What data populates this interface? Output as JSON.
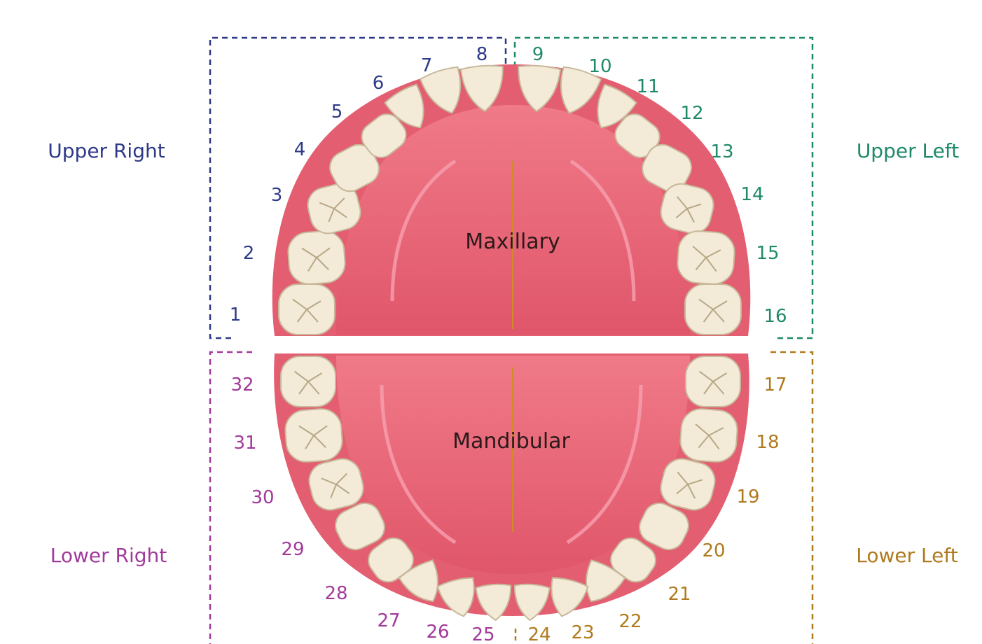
{
  "quadrants": {
    "upper_right": {
      "label": "Upper Right",
      "color": "#2e3a87"
    },
    "upper_left": {
      "label": "Upper Left",
      "color": "#1f8a6a"
    },
    "lower_right": {
      "label": "Lower Right",
      "color": "#a23a9a"
    },
    "lower_left": {
      "label": "Lower Left",
      "color": "#b07a1e"
    }
  },
  "arches": {
    "upper": "Maxillary",
    "lower": "Mandibular"
  },
  "teeth": {
    "upper_right": [
      "1",
      "2",
      "3",
      "4",
      "5",
      "6",
      "7",
      "8"
    ],
    "upper_left": [
      "9",
      "10",
      "11",
      "12",
      "13",
      "14",
      "15",
      "16"
    ],
    "lower_left": [
      "17",
      "18",
      "19",
      "20",
      "21",
      "22",
      "23",
      "24"
    ],
    "lower_right": [
      "25",
      "26",
      "27",
      "28",
      "29",
      "30",
      "31",
      "32"
    ]
  },
  "colors": {
    "gum": "#e05a6a",
    "palate": "#e66a78",
    "tooth": "#f3ead8",
    "tooth_outline": "#c8b89a",
    "midline": "#d08a2a"
  }
}
